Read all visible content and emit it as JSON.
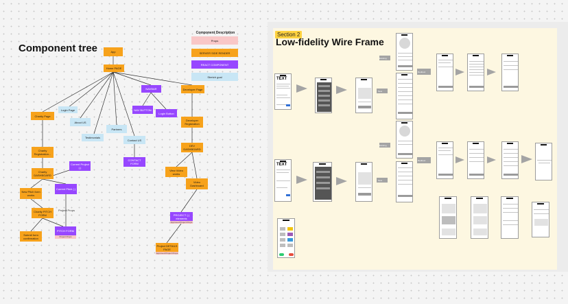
{
  "tree": {
    "title": "Component tree",
    "nodes": {
      "app": "App",
      "home": "Home PAGE",
      "navbar": "NAVBAR",
      "developer_page": "Developer Page",
      "charity_page": "Charity Page",
      "login_page": "Login Page",
      "about_us": "About US",
      "testimonials": "Testimonials",
      "partners": "Partners",
      "contact_us": "Contact US",
      "nav_button": "NAV BUTTON",
      "login_button": "Login Button",
      "developer_registration": "Developer Registration",
      "charity_registration": "Charity Registration...",
      "dev_dashboard": "DEV DASHBOARD",
      "charity_dashboard": "Charity DASHBOARD",
      "contact_form": "CONTACT FORM",
      "view_video": "View Video works",
      "current_project_top": "Current Project (.)",
      "new_pitch": "New Pitch form works",
      "current_pitch": "Current Pitch (.)",
      "video_dashboard": "Video Dashboard",
      "charity_pitch_form": "Charity PITCH FORM",
      "pitch_form": "PITCH FORM",
      "project_elements": "PROJECT (.) elements",
      "submit_form": "Submit form confirmation",
      "project_details": "Project DETAILS PAGE"
    },
    "tags": {
      "pitch_form_tag": "Project Props",
      "project_elements_tag": "Approved Project Props",
      "project_details_tag": "Approved Project Props"
    },
    "edge_label": "Project Props"
  },
  "legend": {
    "title": "Component Description",
    "items": [
      "Props",
      "SERVER SIDE RENDER",
      "REACT COMPONENT",
      "Stretch goal"
    ]
  },
  "section": {
    "tag": "Section 2",
    "heading": "Low-fidelity Wire Frame"
  },
  "wire": {
    "existing": "Existing",
    "new": "New",
    "redirect": "Redirect",
    "text_heading": "TEXT"
  }
}
